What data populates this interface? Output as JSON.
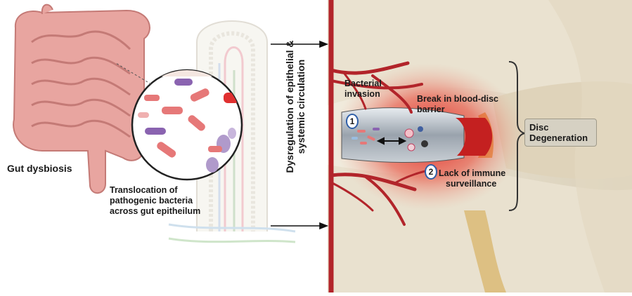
{
  "labels": {
    "gut_dysbiosis": "Gut dysbiosis",
    "translocation": [
      "Translocation of",
      "pathogenic bacteria",
      "across gut epitheilum"
    ],
    "dysregulation": [
      "Dysregulation of epithelial &",
      "systemic circulation"
    ],
    "bacterial_invasion": [
      "Bacterial",
      "invasion"
    ],
    "break_barrier": [
      "Break in blood-disc",
      "barrier"
    ],
    "lack_immune": [
      "Lack of immune",
      "surveillance"
    ],
    "disc_degeneration": [
      "Disc",
      "Degeneration"
    ],
    "step1": "1",
    "step2": "2"
  },
  "colors": {
    "intestine": "#e8a5a0",
    "vessel": "#b2242a",
    "bone": "#e4dccb",
    "disc_box": "#d6d1c3",
    "bacteria_pink": "#e67878",
    "bacteria_purple": "#8a63b0"
  }
}
